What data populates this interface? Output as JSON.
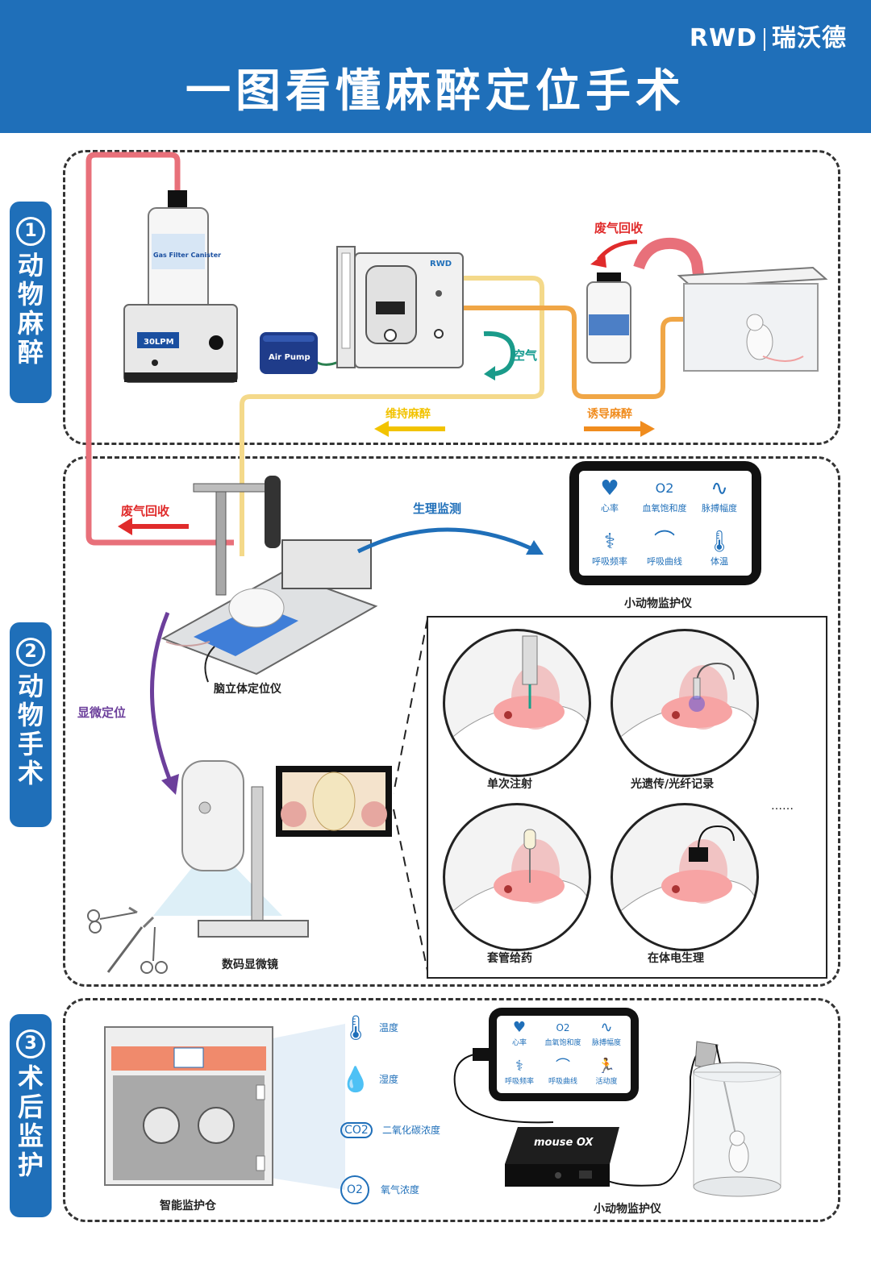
{
  "header": {
    "brand_latin": "RWD",
    "brand_cn": "瑞沃德",
    "title": "一图看懂麻醉定位手术"
  },
  "tabs": [
    {
      "num": "1",
      "chars": [
        "动",
        "物",
        "麻",
        "醉"
      ]
    },
    {
      "num": "2",
      "chars": [
        "动",
        "物",
        "手",
        "术"
      ]
    },
    {
      "num": "3",
      "chars": [
        "术",
        "后",
        "监",
        "护"
      ]
    }
  ],
  "section1": {
    "filter_display": "30LPM",
    "filter_canister_text": "Gas Filter Canister",
    "air_pump_label": "Air Pump",
    "machine_brand": "RWD",
    "waste_gas_recovery": "废气回收",
    "air_label": "空气",
    "maintain_anesthesia": "维持麻醉",
    "induce_anesthesia": "诱导麻醉"
  },
  "section2": {
    "waste_gas_recovery": "废气回收",
    "physio_monitoring": "生理监测",
    "monitor_title": "小动物监护仪",
    "monitor_items": [
      {
        "icon": "heart-icon",
        "glyph": "♥",
        "label": "心率"
      },
      {
        "icon": "o2-icon",
        "glyph": "O2",
        "label": "血氧饱和度"
      },
      {
        "icon": "pulse-icon",
        "glyph": "∿",
        "label": "脉搏幅度"
      },
      {
        "icon": "lungs-icon",
        "glyph": "⚕",
        "label": "呼吸频率"
      },
      {
        "icon": "curve-icon",
        "glyph": "⌒",
        "label": "呼吸曲线"
      },
      {
        "icon": "thermometer-icon",
        "glyph": "🌡",
        "label": "体温"
      }
    ],
    "stereotaxic_label": "脑立体定位仪",
    "microscope_positioning": "显微定位",
    "microscope_label": "数码显微镜",
    "procedures": [
      "单次注射",
      "光遗传/光纤记录",
      "套管给药",
      "在体电生理"
    ],
    "ellipsis": "……"
  },
  "section3": {
    "chamber_label": "智能监护仓",
    "sensors": [
      {
        "icon": "thermometer-icon",
        "glyph": "🌡",
        "label": "温度"
      },
      {
        "icon": "droplet-icon",
        "glyph": "💧",
        "label": "湿度"
      },
      {
        "icon": "co2-icon",
        "glyph": "CO2",
        "label": "二氧化碳浓度"
      },
      {
        "icon": "o2-icon",
        "glyph": "O2",
        "label": "氧气浓度"
      }
    ],
    "monitor_items": [
      {
        "icon": "heart-icon",
        "glyph": "♥",
        "label": "心率"
      },
      {
        "icon": "o2-icon",
        "glyph": "O2",
        "label": "血氧饱和度"
      },
      {
        "icon": "pulse-icon",
        "glyph": "∿",
        "label": "脉搏幅度"
      },
      {
        "icon": "lungs-icon",
        "glyph": "⚕",
        "label": "呼吸频率"
      },
      {
        "icon": "curve-icon",
        "glyph": "⌒",
        "label": "呼吸曲线"
      },
      {
        "icon": "run-icon",
        "glyph": "🏃",
        "label": "活动度"
      }
    ],
    "device_name": "mouse OX",
    "monitor_label": "小动物监护仪"
  },
  "colors": {
    "brand_blue": "#1f6fb9",
    "waste_pink": "#e8707a",
    "maintain_yellow": "#f2c300",
    "induce_orange": "#f08c1e",
    "purple": "#6c3f9b"
  }
}
